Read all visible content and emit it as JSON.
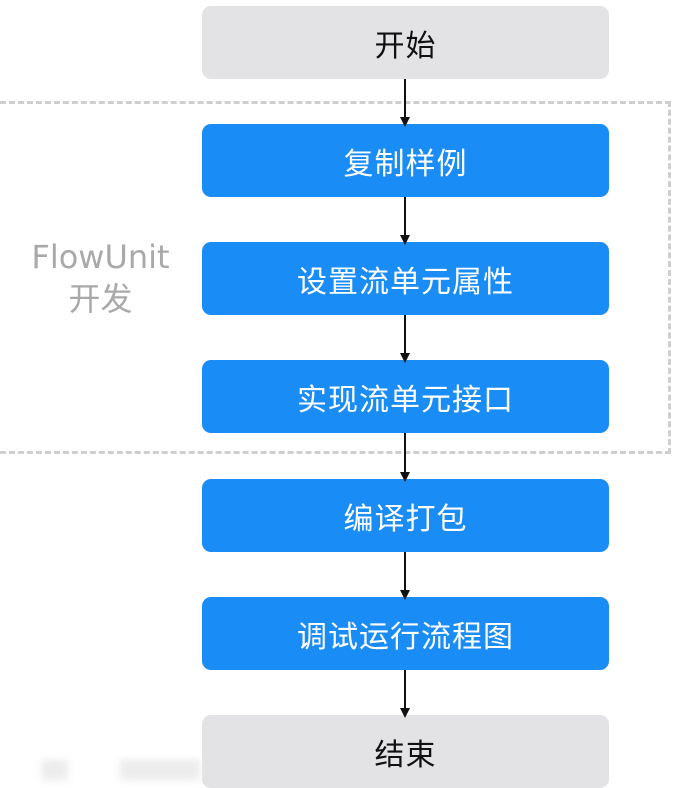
{
  "group": {
    "label_line1": "FlowUnit",
    "label_line2": "开发"
  },
  "steps": [
    {
      "label": "开始",
      "kind": "terminal"
    },
    {
      "label": "复制样例",
      "kind": "process"
    },
    {
      "label": "设置流单元属性",
      "kind": "process"
    },
    {
      "label": "实现流单元接口",
      "kind": "process"
    },
    {
      "label": "编译打包",
      "kind": "process"
    },
    {
      "label": "调试运行流程图",
      "kind": "process"
    },
    {
      "label": "结束",
      "kind": "terminal"
    }
  ],
  "colors": {
    "process_fill": "#1a8cf5",
    "terminal_fill": "#e3e3e6",
    "group_border": "#cfcfcf",
    "group_label": "#a9a9a9",
    "arrow": "#111111"
  }
}
